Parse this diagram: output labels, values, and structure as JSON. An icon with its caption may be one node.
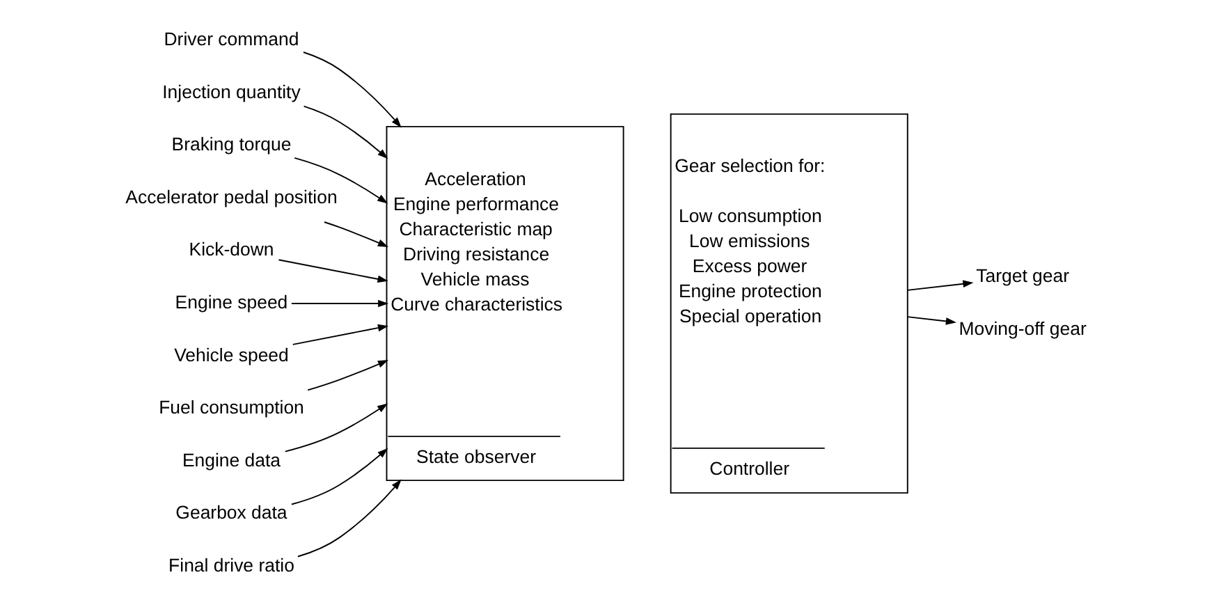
{
  "diagram": {
    "nodes": [
      {
        "text": [
          "Driver command"
        ]
      },
      {
        "text": [
          "Injection quantity"
        ]
      },
      {
        "text": [
          "Braking torque"
        ]
      },
      {
        "text": [
          "Accelerator pedal position"
        ]
      },
      {
        "text": [
          "Kick-down"
        ]
      },
      {
        "text": [
          "Engine speed"
        ]
      },
      {
        "text": [
          "Vehicle speed"
        ]
      },
      {
        "text": [
          "Fuel consumption"
        ]
      },
      {
        "text": [
          "Engine data"
        ]
      },
      {
        "text": [
          "Gearbox data"
        ]
      },
      {
        "text": [
          "Final drive ratio"
        ]
      },
      {
        "text": [
          "Acceleration",
          "Engine performance",
          "Characteristic map",
          "Driving resistance",
          "Vehicle mass",
          "Curve characteristics",
          "State observer"
        ]
      },
      {
        "text": [
          "Gear selection for:",
          "Low consumption",
          "Low emissions",
          "Excess power",
          "Engine protection",
          "Special operation",
          "Controller"
        ]
      },
      {
        "text": [
          "Target gear"
        ]
      },
      {
        "text": [
          "Moving-off gear"
        ]
      }
    ],
    "edges": [
      {
        "from": 0,
        "to": 11,
        "arrow": "to"
      },
      {
        "from": 1,
        "to": 11,
        "arrow": "to"
      },
      {
        "from": 2,
        "to": 11,
        "arrow": "to"
      },
      {
        "from": 3,
        "to": 11,
        "arrow": "to"
      },
      {
        "from": 4,
        "to": 11,
        "arrow": "to"
      },
      {
        "from": 5,
        "to": 11,
        "arrow": "to"
      },
      {
        "from": 6,
        "to": 11,
        "arrow": "to"
      },
      {
        "from": 7,
        "to": 11,
        "arrow": "to"
      },
      {
        "from": 8,
        "to": 11,
        "arrow": "to"
      },
      {
        "from": 9,
        "to": 11,
        "arrow": "to"
      },
      {
        "from": 10,
        "to": 11,
        "arrow": "to"
      },
      {
        "from": 12,
        "to": 13,
        "arrow": "to"
      },
      {
        "from": 12,
        "to": 14,
        "arrow": "to"
      }
    ]
  }
}
